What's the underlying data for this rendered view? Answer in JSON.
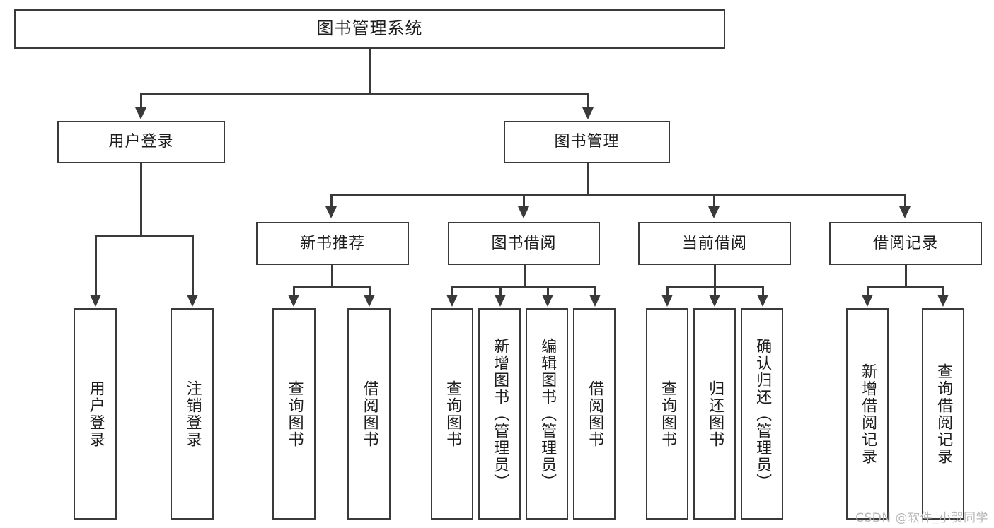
{
  "diagram": {
    "title": "图书管理系统",
    "type": "tree",
    "watermark": "CSDN @软件_小贺同学",
    "colors": {
      "stroke": "#3a3a3a",
      "fill": "#ffffff",
      "text": "#1d1d1d",
      "watermark": "#b9b9b9"
    },
    "root": {
      "label": "图书管理系统"
    },
    "level2": [
      {
        "label": "用户登录"
      },
      {
        "label": "图书管理"
      }
    ],
    "level3": [
      {
        "label": "新书推荐"
      },
      {
        "label": "图书借阅"
      },
      {
        "label": "当前借阅"
      },
      {
        "label": "借阅记录"
      }
    ],
    "leaves": {
      "user_login": [
        {
          "label": "用户登录"
        },
        {
          "label": "注销登录"
        }
      ],
      "new_book": [
        {
          "label": "查询图书"
        },
        {
          "label": "借阅图书"
        }
      ],
      "borrow_book": [
        {
          "label": "查询图书"
        },
        {
          "label": "新增图书（管理员）"
        },
        {
          "label": "编辑图书（管理员）"
        },
        {
          "label": "借阅图书"
        }
      ],
      "current_borrow": [
        {
          "label": "查询图书"
        },
        {
          "label": "归还图书"
        },
        {
          "label": "确认归还（管理员）"
        }
      ],
      "borrow_record": [
        {
          "label": "新增借阅记录"
        },
        {
          "label": "查询借阅记录"
        }
      ]
    }
  }
}
